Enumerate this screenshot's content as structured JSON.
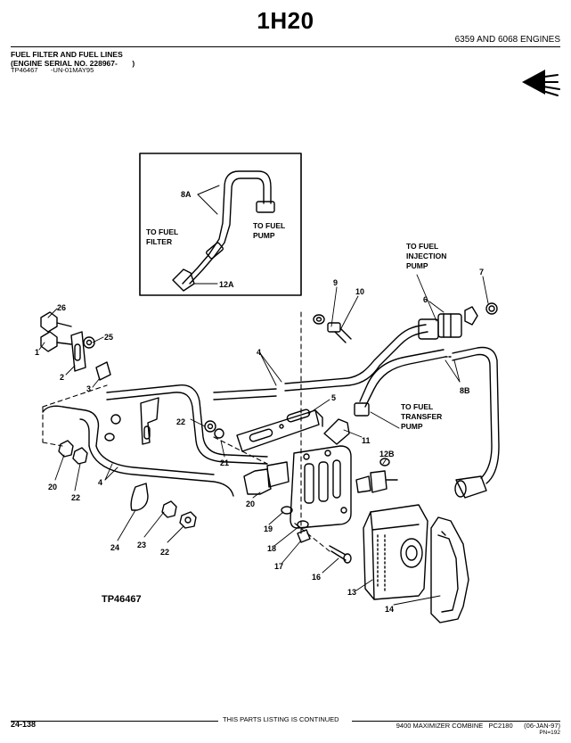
{
  "header": {
    "page_code": "1H20",
    "engine_models": "6359 AND 6068 ENGINES",
    "section_title": "FUEL FILTER AND FUEL LINES",
    "serial_line": "(ENGINE SERIAL NO. 228967-       )",
    "reference": "TP46467       -UN-01MAY95"
  },
  "diagram": {
    "figure_id": "TP46467",
    "notes": {
      "to_fuel_filter": [
        "TO FUEL",
        "FILTER"
      ],
      "to_fuel_pump": [
        "TO FUEL",
        "PUMP"
      ],
      "to_fuel_injection_pump": [
        "TO FUEL",
        "INJECTION",
        "PUMP"
      ],
      "to_fuel_transfer_pump": [
        "TO FUEL",
        "TRANSFER",
        "PUMP"
      ]
    },
    "callouts": {
      "c8a": "8A",
      "c12a": "12A",
      "c26": "26",
      "c25": "25",
      "c1": "1",
      "c2": "2",
      "c3": "3",
      "c4a": "4",
      "c4b": "4",
      "c9": "9",
      "c10": "10",
      "c6": "6",
      "c7": "7",
      "c8b": "8B",
      "c5": "5",
      "c11": "11",
      "c22a": "22",
      "c21": "21",
      "c20a": "20",
      "c22b": "22",
      "c20b": "20",
      "c12b": "12B",
      "c19": "19",
      "c18": "18",
      "c17": "17",
      "c16": "16",
      "c13": "13",
      "c14": "14",
      "c24": "24",
      "c23": "23",
      "c22c": "22"
    }
  },
  "footer": {
    "continued": "THIS PARTS LISTING IS CONTINUED",
    "page_number": "24-138",
    "machine_info": "9400 MAXIMIZER COMBINE   PC2180      (06-JAN-97)",
    "pn_code": "PN=192"
  }
}
